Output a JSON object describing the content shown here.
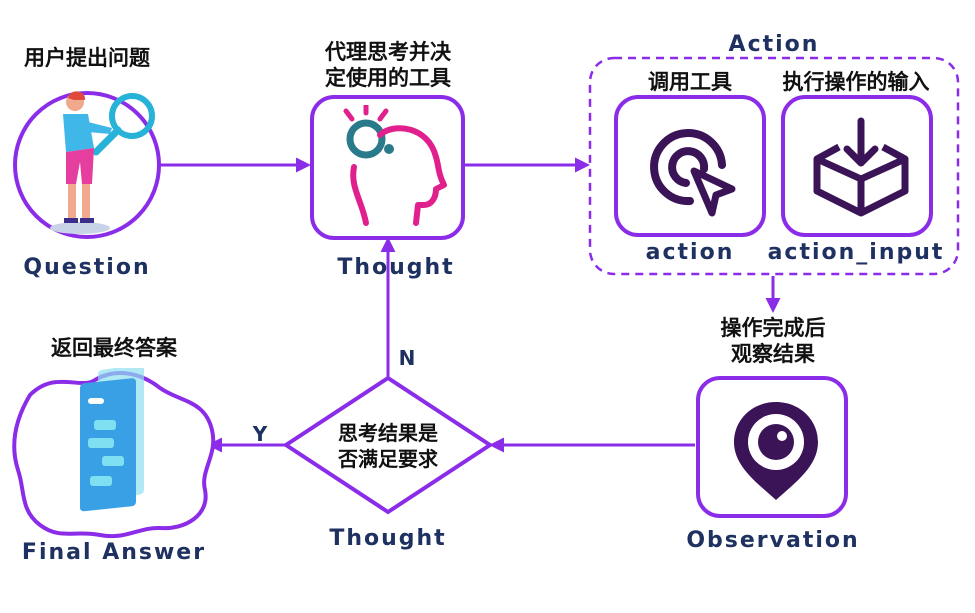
{
  "colors": {
    "accent": "#8b2ce8",
    "text": "#1f3160",
    "icon_dark": "#3b1458",
    "icon_pink": "#e0208c",
    "icon_teal": "#2a7a8c"
  },
  "question": {
    "title": "用户提出问题",
    "caption": "Question",
    "icon": "magnifier-person-icon"
  },
  "thought_top": {
    "title_line1": "代理思考并决",
    "title_line2": "定使用的工具",
    "caption": "Thought",
    "icon": "head-thinking-icon"
  },
  "action": {
    "group_title": "Action",
    "tool": {
      "title": "调用工具",
      "caption": "action",
      "icon": "cursor-click-icon"
    },
    "input": {
      "title": "执行操作的输入",
      "caption": "action_input",
      "icon": "box-download-icon"
    }
  },
  "observation": {
    "title_line1": "操作完成后",
    "title_line2": "观察结果",
    "caption": "Observation",
    "icon": "eye-pin-icon"
  },
  "decision": {
    "line1": "思考结果是",
    "line2": "否满足要求",
    "caption": "Thought",
    "yes": "Y",
    "no": "N"
  },
  "final": {
    "title": "返回最终答案",
    "caption": "Final Answer",
    "icon": "chat-document-icon"
  }
}
